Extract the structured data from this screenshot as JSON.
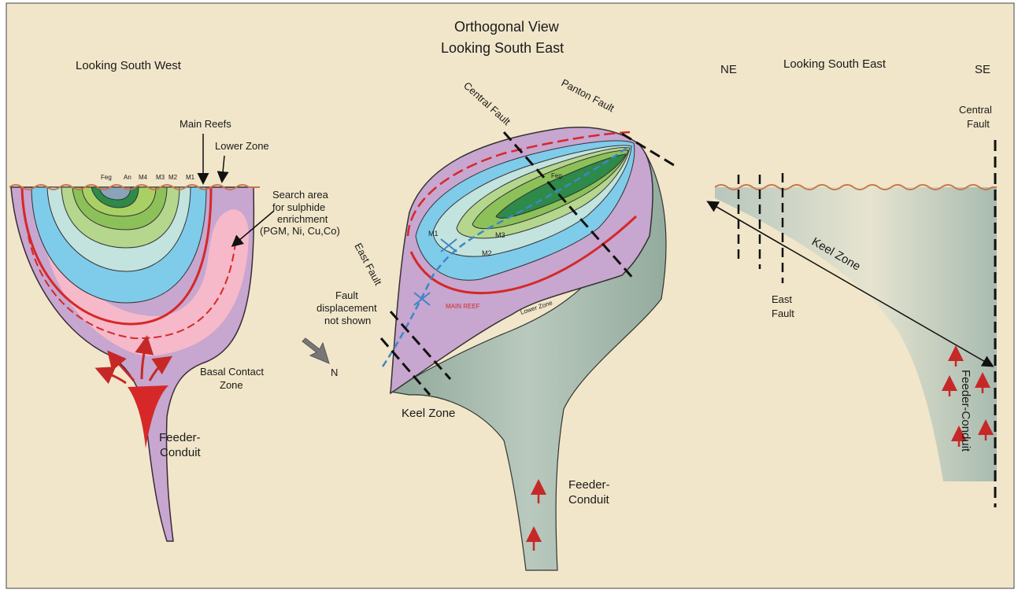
{
  "colors": {
    "background": "#f1e6c9",
    "purple": "#c7a6cf",
    "pink": "#f6b9c9",
    "blue": "#7fcbea",
    "pale_blue": "#c2e3de",
    "light_green": "#b5d68d",
    "green": "#8cc15a",
    "dark_green": "#2d8a49",
    "grey_blue": "#8aa3b8",
    "red": "#d62828",
    "rock_grey": "#a9bcb0",
    "surface_line": "#c7774a",
    "blue_dash": "#3e86c7"
  },
  "left_panel": {
    "title": "Looking South West",
    "main_reefs": "Main Reefs",
    "lower_zone": "Lower Zone",
    "search_area": [
      "Search area",
      "for sulphide",
      "enrichment",
      "(PGM, Ni, Cu,Co)"
    ],
    "basal_contact": [
      "Basal Contact",
      "Zone"
    ],
    "feeder": [
      "Feeder-",
      "Conduit"
    ],
    "zone_labels": [
      "Feg",
      "An",
      "M4",
      "M3",
      "M2",
      "M1"
    ]
  },
  "center_panel": {
    "title_line1": "Orthogonal View",
    "title_line2": "Looking South East",
    "central_fault": "Central Fault",
    "panton_fault": "Panton Fault",
    "east_fault": "East Fault",
    "fault_displacement": [
      "Fault",
      "displacement",
      "not shown"
    ],
    "keel_zone": "Keel   Zone",
    "feeder": [
      "Feeder-",
      "Conduit"
    ],
    "north": "N",
    "inner_labels": {
      "feg": "Feg",
      "m1": "M1",
      "m2": "M2",
      "m3": "M3",
      "main_reef": "MAIN REEF",
      "lower_zone": "Lower Zone"
    }
  },
  "right_panel": {
    "ne": "NE",
    "title": "Looking South East",
    "se": "SE",
    "central_fault": [
      "Central",
      "Fault"
    ],
    "keel_zone": "Keel  Zone",
    "east_fault": [
      "East",
      "Fault"
    ],
    "feeder": "Feeder-Conduit"
  }
}
